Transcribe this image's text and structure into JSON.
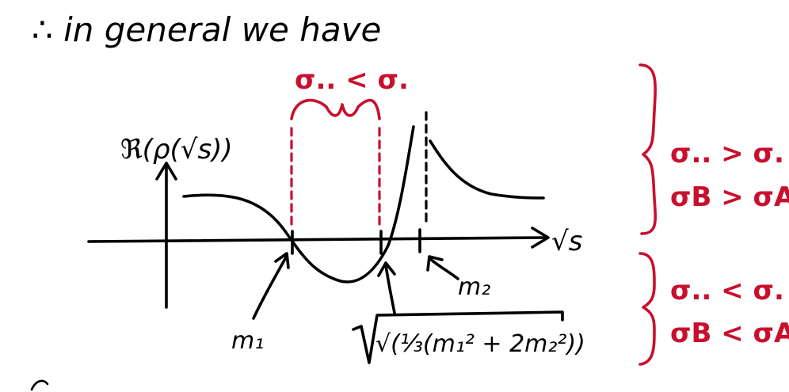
{
  "heading": "∴ in general we have",
  "diagram": {
    "y_axis_label": "ℜ(ρ(√s))",
    "x_axis_label": "√s",
    "top_bracket_label": "σ.. < σ.",
    "mass_1_label": "m₁",
    "mass_2_label": "m₂",
    "midpoint_label": "√(⅓(m₁² + 2m₂²))"
  },
  "conditions": {
    "upper_line_1": "σ.. > σ.",
    "upper_line_2": "σB > σA",
    "lower_line_1": "σ.. < σ.",
    "lower_line_2": "σB < σA"
  },
  "colors": {
    "ink": "#000000",
    "red_ink": "#c8102e"
  }
}
